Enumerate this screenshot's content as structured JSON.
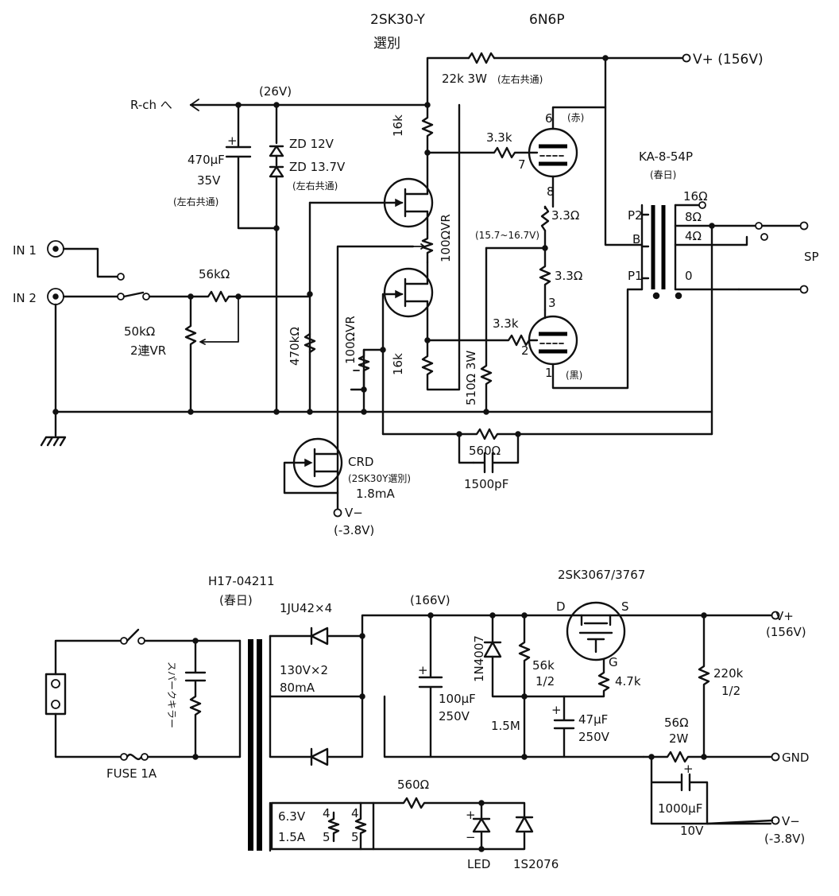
{
  "amp": {
    "jfet_note": "2SK30-Y",
    "jfet_note2": "選別",
    "tube": "6N6P",
    "v_plus": "V+ (156V)",
    "r_22k": "22k 3W",
    "r_22k_note": "(左右共通)",
    "rch": "R-ch へ",
    "v26": "(26V)",
    "c470": "470μF",
    "c470_v": "35V",
    "c470_note": "(左右共通)",
    "zd1": "ZD 12V",
    "zd2": "ZD 13.7V",
    "zd_note": "(左右共通)",
    "r16k_top": "16k",
    "r16k_bot": "16k",
    "r33k_top": "3.3k",
    "r33k_bot": "3.3k",
    "pin6": "6",
    "pin7": "7",
    "pin8": "8",
    "pin3": "3",
    "pin2": "2",
    "pin1": "1",
    "red": "(赤)",
    "black": "(黒)",
    "r33_a": "3.3Ω",
    "r33_b": "3.3Ω",
    "v_cath": "(15.7~16.7V)",
    "vr100_1": "100ΩVR",
    "vr100_2": "100ΩVR",
    "r510": "510Ω 3W",
    "r470k": "470kΩ",
    "in1": "IN 1",
    "in2": "IN 2",
    "r56k": "56kΩ",
    "vr50k": "50kΩ",
    "vr50k_b": "2連VR",
    "transformer": "KA-8-54P",
    "transformer_b": "(春日)",
    "t16": "16Ω",
    "t8": "8Ω",
    "t4": "4Ω",
    "t0": "0",
    "p2": "P2",
    "b": "B",
    "p1": "P1",
    "sp": "SP",
    "r560": "560Ω",
    "c1500": "1500pF",
    "crd": "CRD",
    "crd_b": "(2SK30Y選別)",
    "crd_c": "1.8mA",
    "v_minus": "V−",
    "v_minus_b": "(-3.8V)"
  },
  "psu": {
    "trans": "H17-04211",
    "trans_b": "(春日)",
    "diodes": "1JU42×4",
    "v166": "(166V)",
    "mosfet": "2SK3067/3767",
    "d": "D",
    "s": "S",
    "g": "G",
    "v_plus": "V+",
    "v_plus_b": "(156V)",
    "sec": "130V×2",
    "sec_b": "80mA",
    "c100": "100μF",
    "c100_b": "250V",
    "d1n": "1N4007",
    "r56k": "56k",
    "r56k_b": "1/2",
    "r15m": "1.5M",
    "c47": "47μF",
    "c47_b": "250V",
    "r47k": "4.7k",
    "r220k": "220k",
    "r220k_b": "1/2",
    "r56": "56Ω",
    "r56_b": "2W",
    "gnd": "GND",
    "c1000": "1000μF",
    "c1000_b": "10V",
    "v_minus": "V−",
    "v_minus_b": "(-3.8V)",
    "spark": "スパークキラー",
    "fuse": "FUSE 1A",
    "h63": "6.3V",
    "h15": "1.5A",
    "n4a": "4",
    "n5a": "5",
    "n4b": "4",
    "n5b": "5",
    "r560": "560Ω",
    "led": "LED",
    "d1s": "1S2076"
  }
}
